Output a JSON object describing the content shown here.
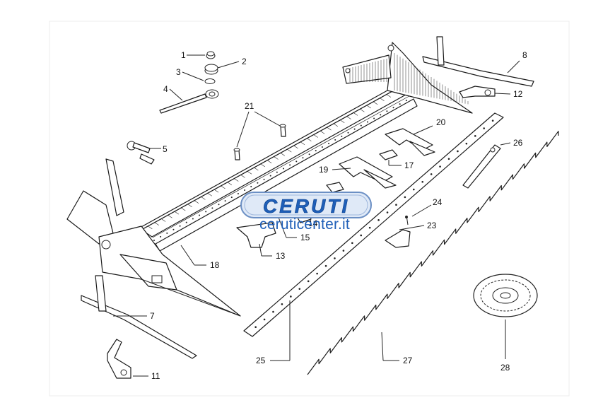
{
  "diagram": {
    "labels": {
      "p1": "1",
      "p2": "2",
      "p3": "3",
      "p4": "4",
      "p5": "5",
      "p7": "7",
      "p8": "8",
      "p11": "11",
      "p12": "12",
      "p13": "13",
      "p14": "14",
      "p15": "15",
      "p17": "17",
      "p18": "18",
      "p19": "19",
      "p20": "20",
      "p21": "21",
      "p23": "23",
      "p24": "24",
      "p25": "25",
      "p26": "26",
      "p27": "27",
      "p28": "28"
    }
  },
  "watermark": {
    "logo_text": "CERUTI",
    "url": "ceruticenter.it",
    "color": "#1f5fb8"
  }
}
